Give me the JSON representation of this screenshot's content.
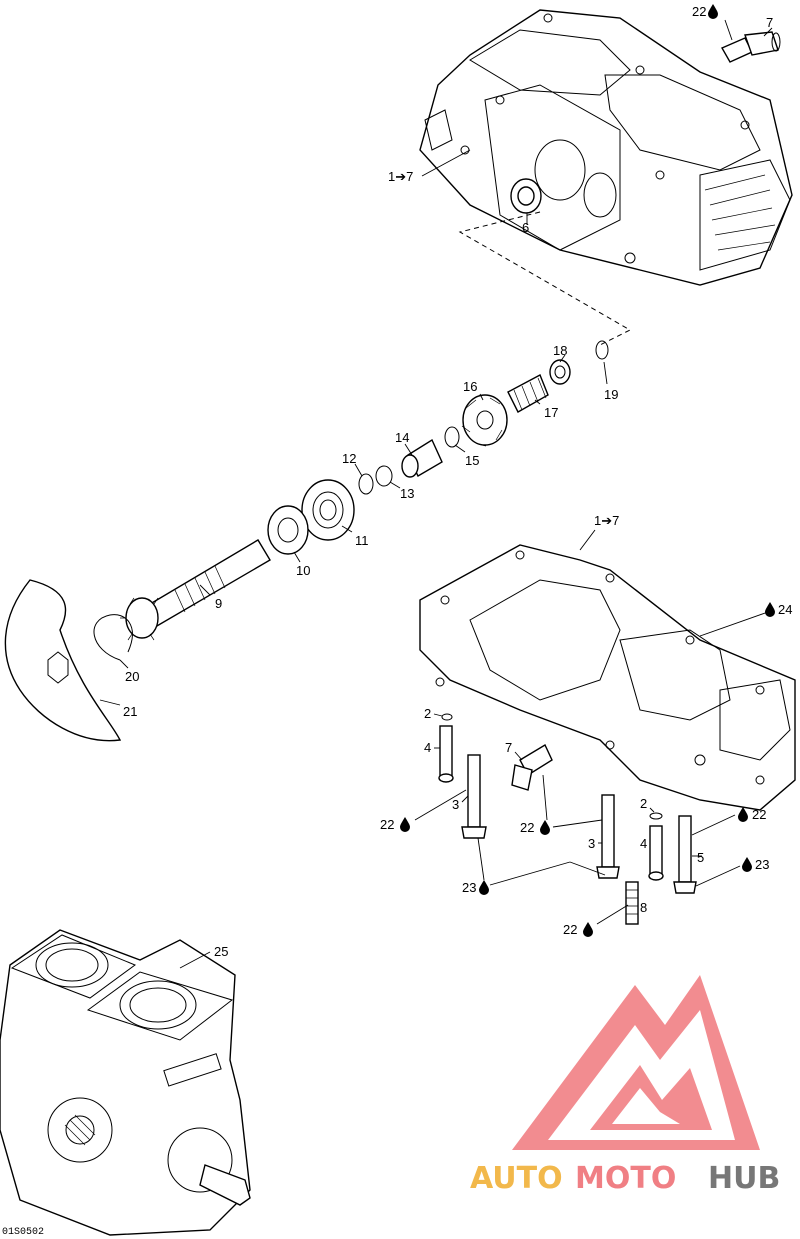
{
  "diagram": {
    "document_id": "01S0502",
    "callouts": {
      "c1_7_top": "1➔7",
      "c6": "6",
      "c7_top": "7",
      "c22_top": "22",
      "c18": "18",
      "c19": "19",
      "c16": "16",
      "c17": "17",
      "c14": "14",
      "c15": "15",
      "c12": "12",
      "c13": "13",
      "c11": "11",
      "c10": "10",
      "c9": "9",
      "c20": "20",
      "c21": "21",
      "c1_7_bottom": "1➔7",
      "c24": "24",
      "c2_left": "2",
      "c4_left": "4",
      "c7_bottom": "7",
      "c3_left": "3",
      "c22_left": "22",
      "c22_mid": "22",
      "c22_right": "22",
      "c2_right": "2",
      "c4_right": "4",
      "c3_right": "3",
      "c5": "5",
      "c23_right": "23",
      "c23_left": "23",
      "c8": "8",
      "c22_low": "22",
      "c25": "25"
    }
  },
  "watermark": {
    "word_1": "AUTO",
    "word_2": "MOTO",
    "word_3": "HUB",
    "colors": {
      "auto": "#f2b84b",
      "moto": "#f07f84",
      "hub": "#777777",
      "logo": "#f0787d"
    }
  }
}
